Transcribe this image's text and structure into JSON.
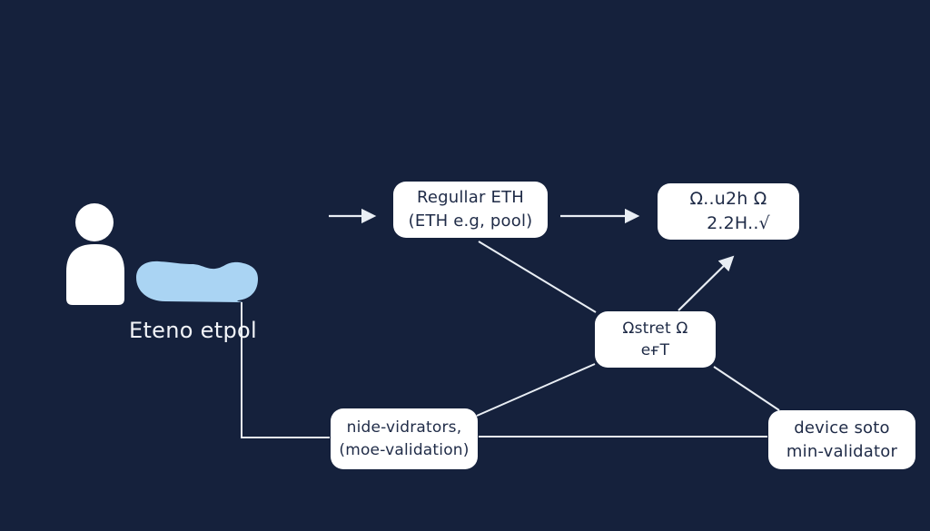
{
  "colors": {
    "background": "#15213c",
    "box_background": "#ffffff",
    "box_text": "#1f2b47",
    "connector": "#e9eef4",
    "pool_blue": "#aad4f3",
    "user_icon": "#ffffff",
    "label_text": "#f2f4f8"
  },
  "user": {
    "label": "Eteno etpol"
  },
  "nodes": {
    "regular_eth": {
      "line1": "Regullar ETH",
      "line2": "(ETH e.g, pool)"
    },
    "eth_stake": {
      "line1": "Ω..u2h Ω",
      "line2": "2.2H..√"
    },
    "stret": {
      "line1": "Ωstret Ω",
      "line2": "eғT"
    },
    "node_validators": {
      "line1": "nide-vidrators,",
      "line2": "(moe-validation)"
    },
    "device_validator": {
      "line1": "device soto",
      "line2": "min-validator"
    }
  }
}
